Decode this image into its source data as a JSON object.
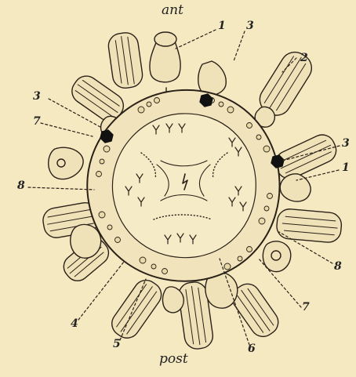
{
  "figure": {
    "orientation": {
      "top": "ant",
      "bottom": "post"
    },
    "callouts": {
      "c1_top": "1",
      "c3_top": "3",
      "c2": "2",
      "c3_left": "3",
      "c7_left": "7",
      "c3_right": "3",
      "c1_right": "1",
      "c8_left": "8",
      "c8_right": "8",
      "c7_right": "7",
      "c4": "4",
      "c5": "5",
      "c6": "6"
    }
  }
}
